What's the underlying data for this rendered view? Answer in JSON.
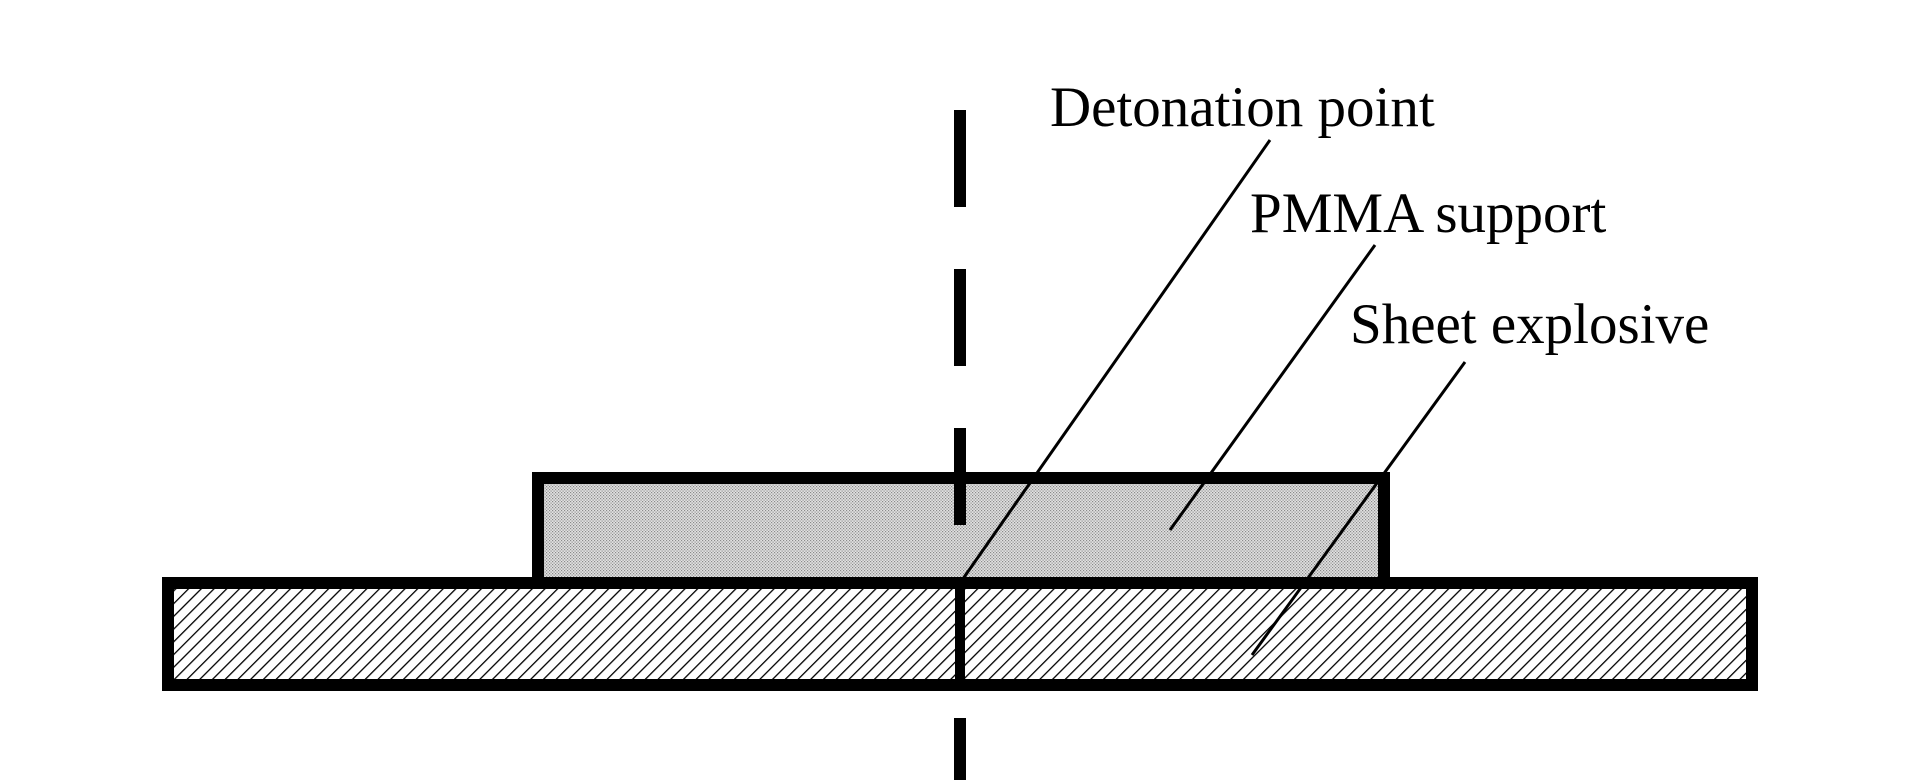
{
  "labels": {
    "detonation_point": "Detonation point",
    "pmma_support": "PMMA support",
    "sheet_explosive": "Sheet explosive"
  },
  "colors": {
    "line": "#000000",
    "pmma_fill": "#cfcfcf",
    "background": "#ffffff"
  }
}
